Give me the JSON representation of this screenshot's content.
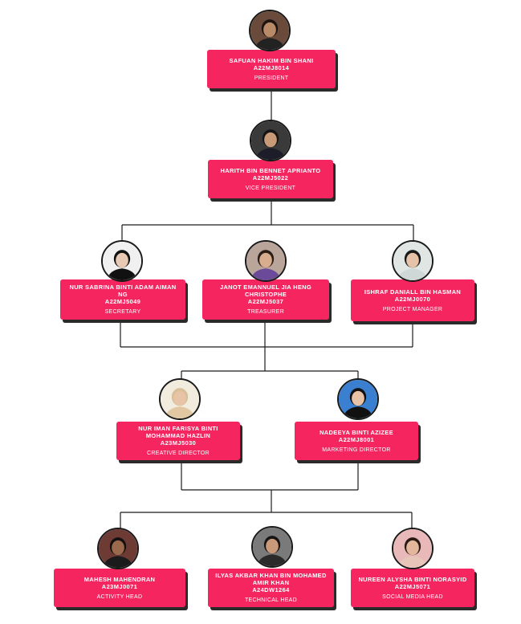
{
  "members": [
    {
      "name": "SAFUAN HAKIM BIN SHANI",
      "id": "A22MJ8014",
      "role": "PRESIDENT",
      "photo": "person-photo",
      "skin": "#b98a67",
      "hair": "#1c1410",
      "shirt": "#222222",
      "bg": "#6a4a3a"
    },
    {
      "name": "HARITH BIN BENNET APRIANTO",
      "id": "A22MJ5022",
      "role": "VICE PRESIDENT",
      "photo": "person-photo",
      "skin": "#c99a78",
      "hair": "#151515",
      "shirt": "#1d1d2a",
      "bg": "#3a3a3a"
    },
    {
      "name": "NUR SABRINA BINTI ADAM AIMAN NG",
      "id": "A22MJ5049",
      "role": "SECRETARY",
      "photo": "person-photo",
      "skin": "#e8c9b3",
      "hair": "#111111",
      "shirt": "#111111",
      "bg": "#f0f0f0"
    },
    {
      "name": "JANOT EMANNUEL JIA HENG CHRISTOPHE",
      "id": "A22MJ5037",
      "role": "TREASURER",
      "photo": "person-photo",
      "skin": "#d8ad8d",
      "hair": "#2a1e18",
      "shirt": "#6b4a9a",
      "bg": "#b9a59a"
    },
    {
      "name": "ISHRAF DANIALL BIN HASMAN",
      "id": "A22MJ0070",
      "role": "PROJECT MANAGER",
      "photo": "person-photo",
      "skin": "#e6c3a8",
      "hair": "#1a1a1a",
      "shirt": "#cfd8d6",
      "bg": "#dfe6e4"
    },
    {
      "name": "NUR IMAN FARISYA BINTI MOHAMMAD HAZLIN",
      "id": "A23MJ5030",
      "role": "CREATIVE DIRECTOR",
      "photo": "person-photo",
      "skin": "#e7c4a6",
      "hair": "#d9bf98",
      "shirt": "#e2c8a2",
      "bg": "#f2ecdf"
    },
    {
      "name": "NADEEYA BINTI AZIZEE",
      "id": "A22MJ8001",
      "role": "MARKETING DIRECTOR",
      "photo": "person-photo",
      "skin": "#e8c2a6",
      "hair": "#111111",
      "shirt": "#111111",
      "bg": "#3b7fd0"
    },
    {
      "name": "MAHESH MAHENDRAN",
      "id": "A23MJ0071",
      "role": "ACTIVITY HEAD",
      "photo": "person-photo",
      "skin": "#9b6a4c",
      "hair": "#141010",
      "shirt": "#1b1b1b",
      "bg": "#6e3b34"
    },
    {
      "name": "ILYAS AKBAR KHAN BIN MOHAMED AMIR KHAN",
      "id": "A24DW1264",
      "role": "TECHNICAL HEAD",
      "photo": "person-photo",
      "skin": "#c99a7a",
      "hair": "#151515",
      "shirt": "#2a2a2a",
      "bg": "#7a7a7a"
    },
    {
      "name": "NUREEN ALYSHA BINTI NORASYID",
      "id": "A22MJ5071",
      "role": "SOCIAL MEDIA HEAD",
      "photo": "person-photo",
      "skin": "#e3b79b",
      "hair": "#2a1a14",
      "shirt": "#e7c5b8",
      "bg": "#e9b8b8"
    }
  ],
  "colors": {
    "card": "#f5265f",
    "shadow": "#2a2a2a",
    "line": "#1a1a1a"
  }
}
